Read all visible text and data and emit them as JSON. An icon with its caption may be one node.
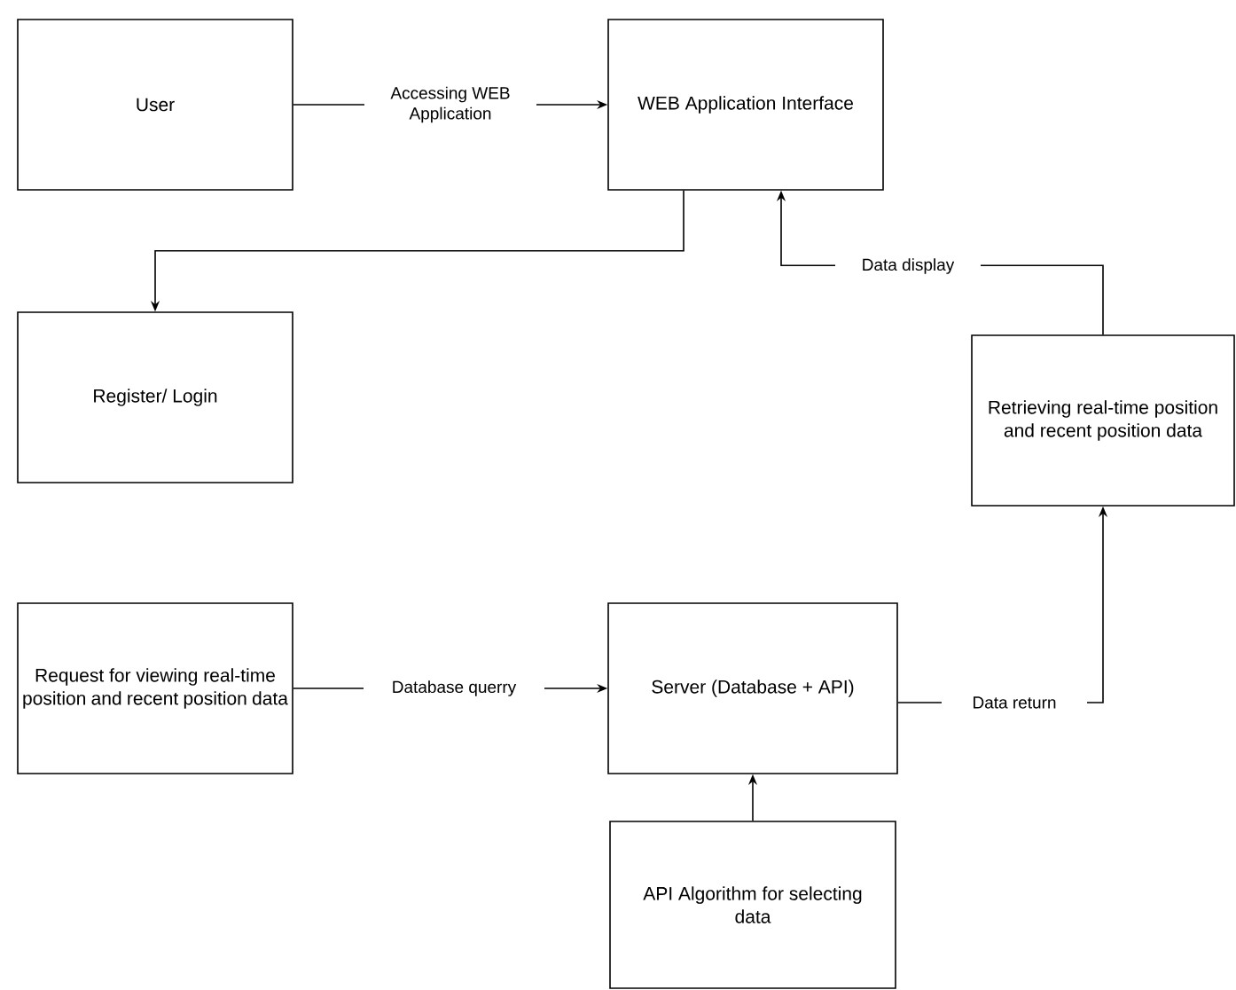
{
  "diagram": {
    "nodes": [
      {
        "text": [
          "User"
        ]
      },
      {
        "text": [
          "WEB Application Interface"
        ]
      },
      {
        "text": [
          "Register/ Login"
        ]
      },
      {
        "text": [
          "Request for viewing real-time position and recent position data"
        ]
      },
      {
        "text": [
          "Server (Database + API)"
        ]
      },
      {
        "text": [
          "Retrieving real-time position and recent position data"
        ]
      },
      {
        "text": [
          "API Algorithm for selecting data"
        ]
      }
    ],
    "edges": [
      {
        "from": 0,
        "to": 1,
        "arrow": "to",
        "label": "Accessing WEB Application"
      },
      {
        "from": 1,
        "to": 2,
        "arrow": "to"
      },
      {
        "from": 5,
        "to": 1,
        "arrow": "to",
        "label": "Data display"
      },
      {
        "from": 3,
        "to": 4,
        "arrow": "to",
        "label": "Database querry"
      },
      {
        "from": 4,
        "to": 5,
        "arrow": "to",
        "label": "Data return"
      },
      {
        "from": 6,
        "to": 4,
        "arrow": "to"
      }
    ]
  }
}
